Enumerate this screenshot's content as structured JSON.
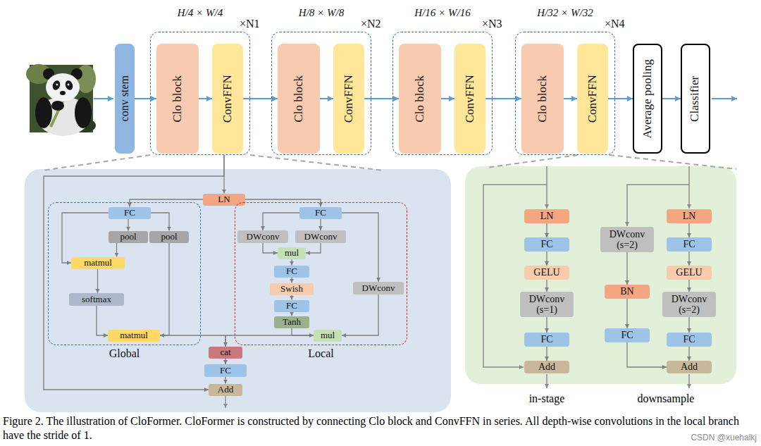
{
  "diagram": {
    "caption": "Figure 2. The illustration of CloFormer. CloFormer is constructed by connecting Clo block and ConvFFN in series. All depth-wise convolutions in the local branch have the stride of 1.",
    "nodes": [
      {
        "text": [
          "conv stem"
        ]
      },
      {
        "text": [
          "H/4 × W/4",
          "×N1"
        ]
      },
      {
        "text": [
          "Clo block"
        ],
        "in": 1
      },
      {
        "text": [
          "ConvFFN"
        ],
        "in": 1
      },
      {
        "text": [
          "H/8 × W/8",
          "×N2"
        ]
      },
      {
        "text": [
          "Clo block"
        ],
        "in": 4
      },
      {
        "text": [
          "ConvFFN"
        ],
        "in": 4
      },
      {
        "text": [
          "H/16 × W/16",
          "×N3"
        ]
      },
      {
        "text": [
          "Clo block"
        ],
        "in": 7
      },
      {
        "text": [
          "ConvFFN"
        ],
        "in": 7
      },
      {
        "text": [
          "H/32 × W/32",
          "×N4"
        ]
      },
      {
        "text": [
          "Clo block"
        ],
        "in": 10
      },
      {
        "text": [
          "ConvFFN"
        ],
        "in": 10
      },
      {
        "text": [
          "Average pooling"
        ]
      },
      {
        "text": [
          "Classifier"
        ]
      },
      {
        "text": [
          "LN"
        ]
      },
      {
        "text": [
          "Global"
        ]
      },
      {
        "text": [
          "FC"
        ],
        "in": 16
      },
      {
        "text": [
          "pool"
        ],
        "in": 16
      },
      {
        "text": [
          "pool"
        ],
        "in": 16
      },
      {
        "text": [
          "matmul"
        ],
        "in": 16
      },
      {
        "text": [
          "softmax"
        ],
        "in": 16
      },
      {
        "text": [
          "matmul"
        ],
        "in": 16
      },
      {
        "text": [
          "Local"
        ]
      },
      {
        "text": [
          "FC"
        ],
        "in": 23
      },
      {
        "text": [
          "DWconv"
        ],
        "in": 23
      },
      {
        "text": [
          "DWconv"
        ],
        "in": 23
      },
      {
        "text": [
          "mul"
        ],
        "in": 23
      },
      {
        "text": [
          "FC"
        ],
        "in": 23
      },
      {
        "text": [
          "Swish"
        ],
        "in": 23
      },
      {
        "text": [
          "FC"
        ],
        "in": 23
      },
      {
        "text": [
          "Tanh"
        ],
        "in": 23
      },
      {
        "text": [
          "DWconv"
        ],
        "in": 23
      },
      {
        "text": [
          "mul"
        ],
        "in": 23
      },
      {
        "text": [
          "cat"
        ]
      },
      {
        "text": [
          "FC"
        ]
      },
      {
        "text": [
          "Add"
        ]
      },
      {
        "text": [
          "LN"
        ]
      },
      {
        "text": [
          "FC"
        ]
      },
      {
        "text": [
          "GELU"
        ]
      },
      {
        "text": [
          "DWconv (s=1)"
        ]
      },
      {
        "text": [
          "FC"
        ]
      },
      {
        "text": [
          "Add"
        ]
      },
      {
        "text": [
          "DWconv (s=2)"
        ]
      },
      {
        "text": [
          "BN"
        ]
      },
      {
        "text": [
          "FC"
        ]
      },
      {
        "text": [
          "LN"
        ]
      },
      {
        "text": [
          "FC"
        ]
      },
      {
        "text": [
          "GELU"
        ]
      },
      {
        "text": [
          "DWconv (s=2)"
        ]
      },
      {
        "text": [
          "FC"
        ]
      },
      {
        "text": [
          "Add"
        ]
      }
    ],
    "edges": [
      {
        "from": 0,
        "to": 2,
        "arrow": "to"
      },
      {
        "from": 2,
        "to": 3,
        "arrow": "to"
      },
      {
        "from": 3,
        "to": 5,
        "arrow": "to"
      },
      {
        "from": 5,
        "to": 6,
        "arrow": "to"
      },
      {
        "from": 6,
        "to": 8,
        "arrow": "to"
      },
      {
        "from": 8,
        "to": 9,
        "arrow": "to"
      },
      {
        "from": 9,
        "to": 11,
        "arrow": "to"
      },
      {
        "from": 11,
        "to": 12,
        "arrow": "to"
      },
      {
        "from": 12,
        "to": 13,
        "arrow": "to"
      },
      {
        "from": 13,
        "to": 14,
        "arrow": "to"
      },
      {
        "from": 1,
        "to": 15,
        "arrow": "to"
      },
      {
        "from": 1,
        "to": 36,
        "arrow": "to"
      },
      {
        "from": 15,
        "to": 17,
        "arrow": "to"
      },
      {
        "from": 15,
        "to": 24,
        "arrow": "to"
      },
      {
        "from": 17,
        "to": 18,
        "arrow": "to"
      },
      {
        "from": 17,
        "to": 19,
        "arrow": "to"
      },
      {
        "from": 17,
        "to": 20,
        "arrow": "to"
      },
      {
        "from": 18,
        "to": 20,
        "arrow": "to"
      },
      {
        "from": 20,
        "to": 21,
        "arrow": "to"
      },
      {
        "from": 21,
        "to": 22,
        "arrow": "to"
      },
      {
        "from": 19,
        "to": 22,
        "arrow": "to"
      },
      {
        "from": 22,
        "to": 34,
        "arrow": "to"
      },
      {
        "from": 24,
        "to": 25,
        "arrow": "to"
      },
      {
        "from": 24,
        "to": 26,
        "arrow": "to"
      },
      {
        "from": 24,
        "to": 32,
        "arrow": "to"
      },
      {
        "from": 25,
        "to": 27,
        "arrow": "to"
      },
      {
        "from": 26,
        "to": 27,
        "arrow": "to"
      },
      {
        "from": 27,
        "to": 28,
        "arrow": "to"
      },
      {
        "from": 28,
        "to": 29,
        "arrow": "to"
      },
      {
        "from": 29,
        "to": 30,
        "arrow": "to"
      },
      {
        "from": 30,
        "to": 31,
        "arrow": "to"
      },
      {
        "from": 31,
        "to": 33,
        "arrow": "to"
      },
      {
        "from": 32,
        "to": 33,
        "arrow": "to"
      },
      {
        "from": 33,
        "to": 34,
        "arrow": "to"
      },
      {
        "from": 34,
        "to": 35,
        "arrow": "to"
      },
      {
        "from": 35,
        "to": 36,
        "arrow": "to"
      },
      {
        "from": 37,
        "to": 38,
        "arrow": "to"
      },
      {
        "from": 38,
        "to": 39,
        "arrow": "to"
      },
      {
        "from": 39,
        "to": 40,
        "arrow": "to"
      },
      {
        "from": 40,
        "to": 41,
        "arrow": "to"
      },
      {
        "from": 41,
        "to": 42,
        "arrow": "to"
      },
      {
        "from": 43,
        "to": 44,
        "arrow": "to"
      },
      {
        "from": 44,
        "to": 45,
        "arrow": "to"
      },
      {
        "from": 45,
        "to": 51,
        "arrow": "to"
      },
      {
        "from": 46,
        "to": 47,
        "arrow": "to"
      },
      {
        "from": 47,
        "to": 48,
        "arrow": "to"
      },
      {
        "from": 48,
        "to": 49,
        "arrow": "to"
      },
      {
        "from": 49,
        "to": 50,
        "arrow": "to"
      },
      {
        "from": 50,
        "to": 51,
        "arrow": "to"
      }
    ],
    "labels": [
      "in-stage",
      "downsample",
      "CSDN @xuehaikj"
    ]
  }
}
